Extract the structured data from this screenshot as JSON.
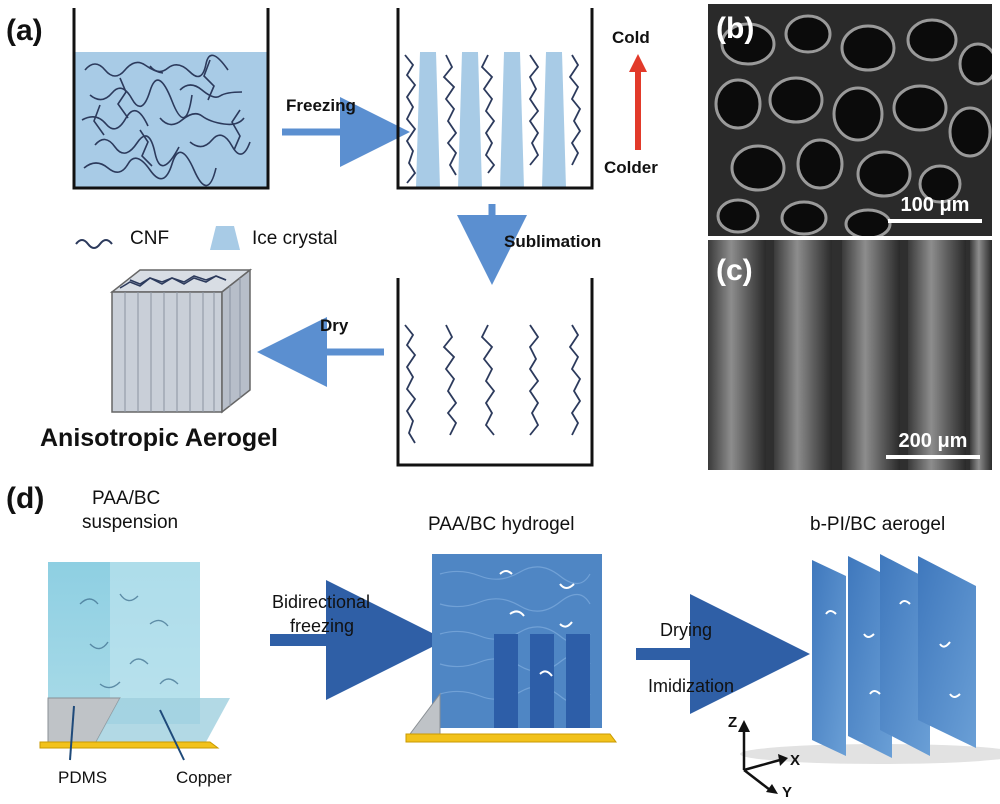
{
  "panel_a": {
    "label": "(a)",
    "freezing": "Freezing",
    "cold": "Cold",
    "colder": "Colder",
    "sublimation": "Sublimation",
    "dry": "Dry",
    "legend_cnf": "CNF",
    "legend_ice": "Ice crystal",
    "aerogel_caption": "Anisotropic Aerogel"
  },
  "panel_b": {
    "label": "(b)",
    "scale": "100 μm"
  },
  "panel_c": {
    "label": "(c)",
    "scale": "200 μm"
  },
  "panel_d": {
    "label": "(d)",
    "suspension_line1": "PAA/BC",
    "suspension_line2": "suspension",
    "hydrogel": "PAA/BC hydrogel",
    "aerogel": "b-PI/BC aerogel",
    "bidir_line1": "Bidirectional",
    "bidir_line2": "freezing",
    "drying": "Drying",
    "imidization": "Imidization",
    "pdms": "PDMS",
    "copper": "Copper",
    "axis_z": "Z",
    "axis_x": "X",
    "axis_y": "Y"
  },
  "colors": {
    "liquid": "#a8cbe6",
    "fiber": "#2c3a5c",
    "arrow_blue": "#5b8fd0",
    "arrow_red": "#e23a2a",
    "copper": "#f2c21b",
    "sheet": "#4f86c4"
  }
}
